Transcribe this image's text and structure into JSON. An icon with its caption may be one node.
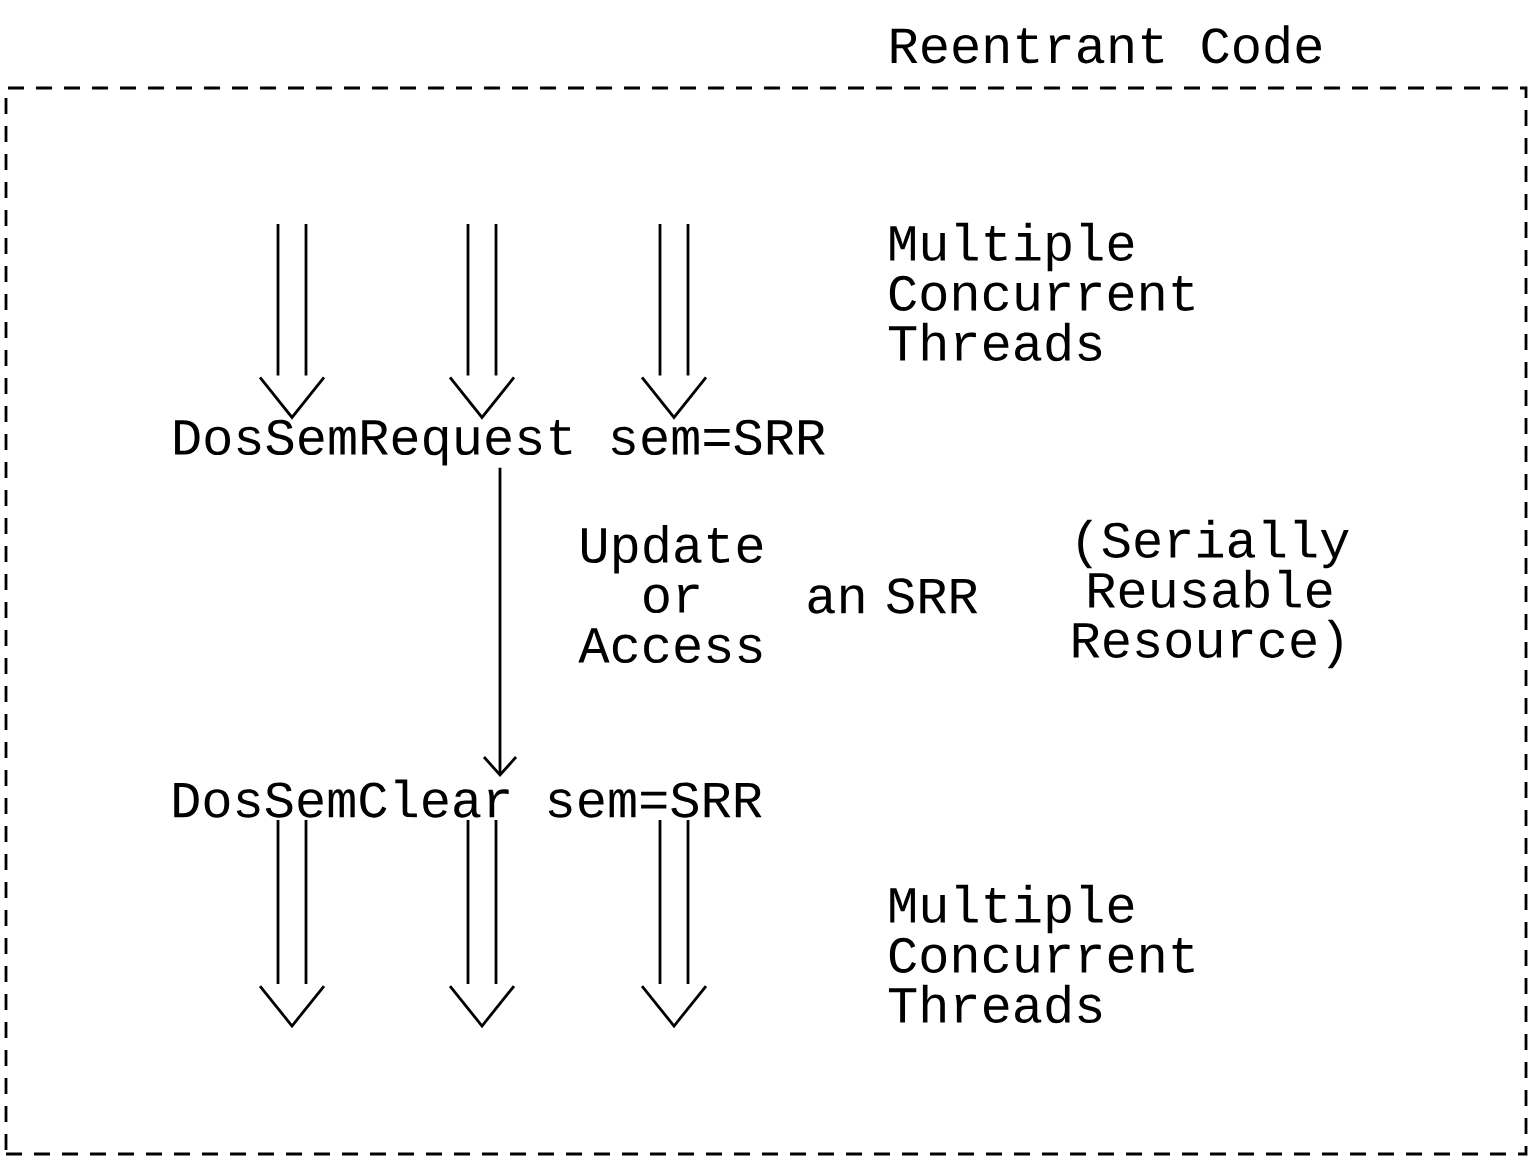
{
  "diagram": {
    "nodes": [
      {
        "text": [
          "Reentrant Code"
        ]
      },
      {
        "text": [
          "DosSemRequest sem=SRR"
        ],
        "in": 0
      },
      {
        "text": [
          "DosSemClear sem=SRR"
        ],
        "in": 0
      }
    ],
    "edges": [
      {
        "from": null,
        "to": 1,
        "arrow": "to"
      },
      {
        "from": null,
        "to": 1,
        "arrow": "to"
      },
      {
        "from": null,
        "to": 1,
        "arrow": "to"
      },
      {
        "from": 1,
        "to": 2,
        "arrow": "to"
      },
      {
        "from": 2,
        "to": null,
        "arrow": "to"
      },
      {
        "from": 2,
        "to": null,
        "arrow": "to"
      },
      {
        "from": 2,
        "to": null,
        "arrow": "to"
      }
    ],
    "labels": [
      "Multiple Concurrent Threads",
      "Update or Access",
      "an SRR",
      "(Serially Reusable Resource)",
      "Multiple Concurrent Threads"
    ]
  }
}
